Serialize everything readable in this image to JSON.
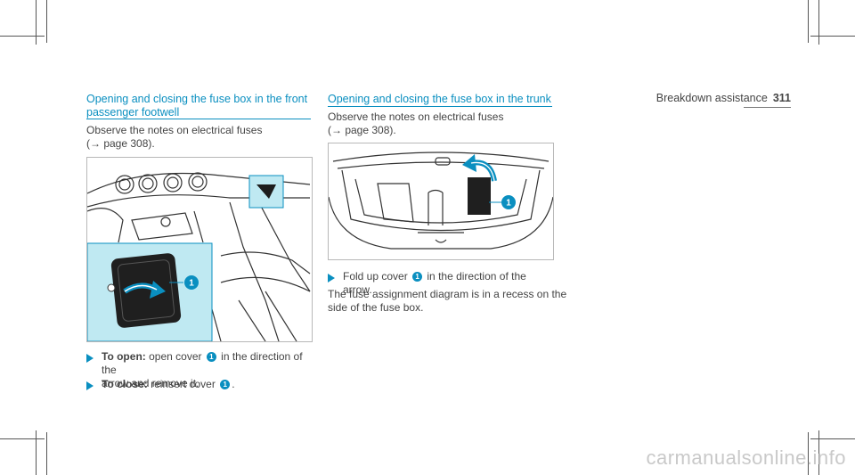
{
  "header": {
    "section": "Breakdown assistance",
    "page_number": "311"
  },
  "left": {
    "heading": [
      "Opening and closing the fuse box in the front",
      "passenger footwell"
    ],
    "intro": [
      "Observe the notes on electrical fuses",
      "(→ page 308)."
    ],
    "figure_callout": "1",
    "steps": [
      {
        "label": "To open:",
        "line1": "open cover",
        "badge": "1",
        "line1b": "in the direction of the",
        "line2": "arrow and remove it."
      },
      {
        "label": "To close:",
        "line1": "reinsert cover",
        "badge": "1",
        "line1b": "."
      }
    ]
  },
  "right": {
    "heading": "Opening and closing the fuse box in the trunk",
    "intro": [
      "Observe the notes on electrical fuses",
      "(→ page 308)."
    ],
    "figure_callout": "1",
    "step": {
      "text_a": "Fold up cover",
      "badge": "1",
      "text_b": "in the direction of the arrow."
    },
    "note": [
      "The fuse assignment diagram is in a recess on the",
      "side of the fuse box."
    ]
  },
  "watermark": "carmanualsonline.info",
  "colors": {
    "accent": "#0a8fc0",
    "highlight_bg": "#bfe9f2"
  }
}
